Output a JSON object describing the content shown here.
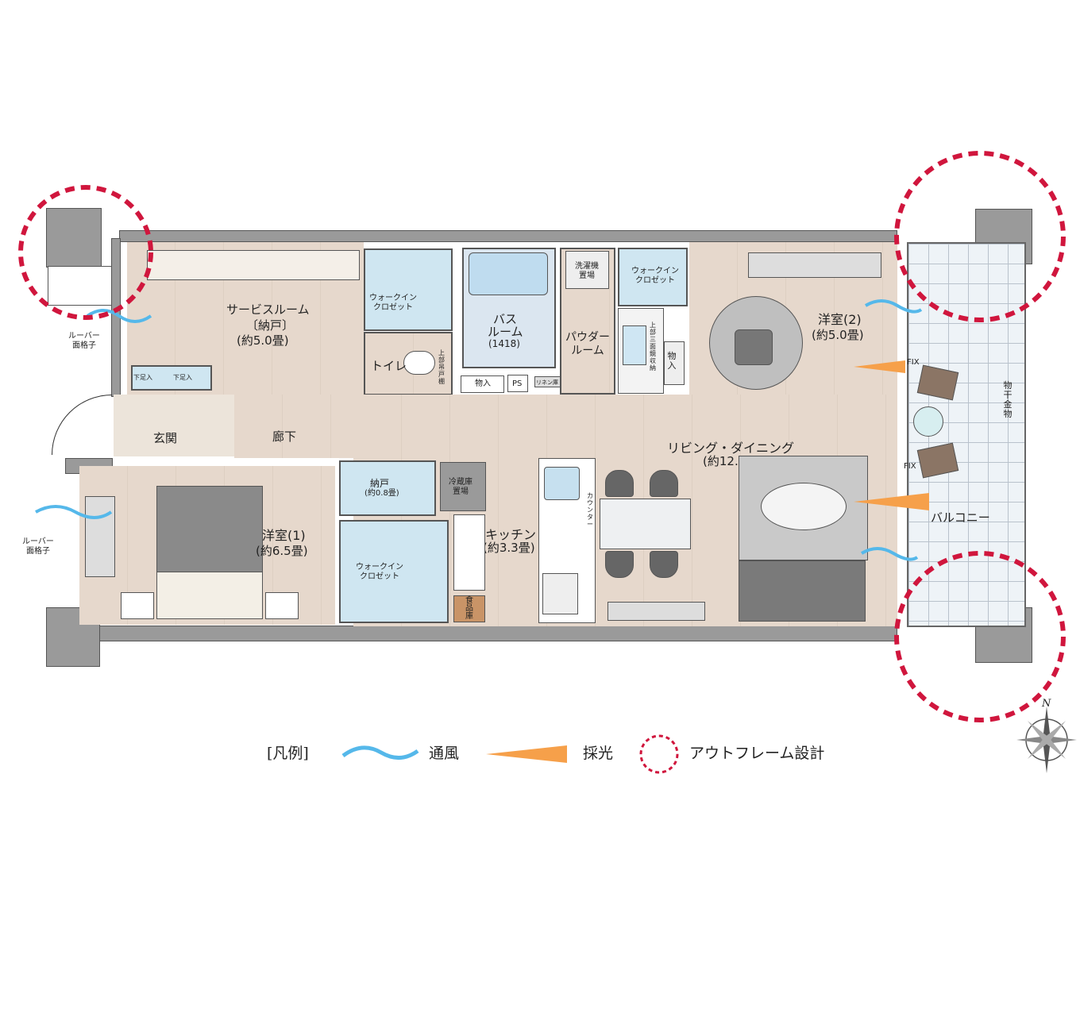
{
  "rooms": {
    "service_room": {
      "name": "サービスルーム",
      "sub": "〔納戸〕",
      "size": "(約5.0畳)"
    },
    "wic_top_left": {
      "name": "ウォークイン",
      "name2": "クロゼット"
    },
    "toilet": {
      "name": "トイレ",
      "shelf": "上部吊戸棚"
    },
    "bath": {
      "name": "バス",
      "name2": "ルーム",
      "size": "(1418)"
    },
    "storage_bath": "物入",
    "ps": "PS",
    "linen": "リネン庫",
    "washer": {
      "name": "洗濯機",
      "name2": "置場"
    },
    "powder": {
      "name": "パウダー",
      "name2": "ルーム"
    },
    "mirror": "上部三面鏡収納",
    "wic_top_right": {
      "name": "ウォークイン",
      "name2": "クロゼット"
    },
    "storage_right": "物入",
    "western2": {
      "name": "洋室(2)",
      "size": "(約5.0畳)"
    },
    "entrance": "玄関",
    "shoe1": "下足入",
    "shoe2": "下足入",
    "hallway": "廊下",
    "living": {
      "name": "リビング・ダイニング",
      "size": "(約12.0畳)"
    },
    "western1": {
      "name": "洋室(1)",
      "size": "(約6.5畳)"
    },
    "nando": {
      "name": "納戸",
      "size": "(約0.8畳)"
    },
    "wic_bottom": {
      "name": "ウォークイン",
      "name2": "クロゼット"
    },
    "fridge": {
      "name": "冷蔵庫",
      "name2": "置場"
    },
    "kitchen": {
      "name": "キッチン",
      "size": "(約3.3畳)"
    },
    "pantry": "食品庫",
    "counter": "カウンター",
    "balcony": "バルコニー",
    "drying": "物干金物",
    "fix1": "FIX",
    "fix2": "FIX",
    "louver_top": {
      "line1": "ルーバー",
      "line2": "面格子"
    },
    "louver_bottom": {
      "line1": "ルーバー",
      "line2": "面格子"
    }
  },
  "legend": {
    "title": "[凡例]",
    "ventilation": "通風",
    "lighting": "採光",
    "outframe": "アウトフレーム設計"
  },
  "compass": {
    "north": "N"
  },
  "colors": {
    "wind": "#55b8ea",
    "light": "#f6a04a",
    "outframe": "#d0163d"
  }
}
